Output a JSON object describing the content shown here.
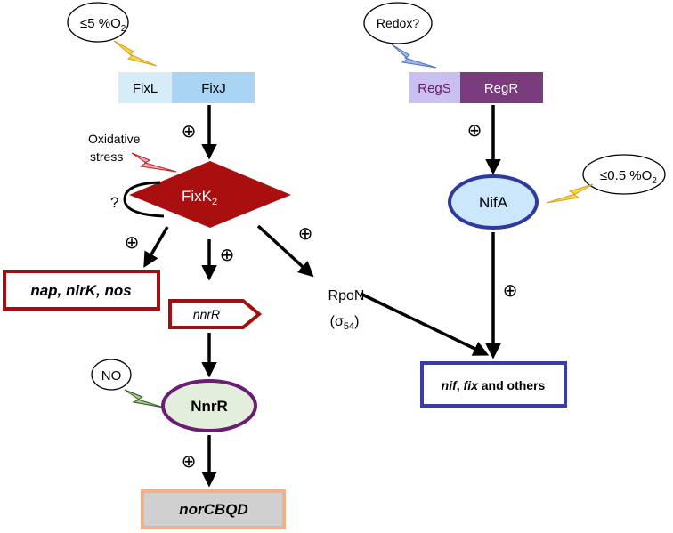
{
  "conditions": {
    "o2_low": {
      "prefix": "≤5 %O",
      "sub": "2"
    },
    "redox": "Redox?",
    "o2_very_low": {
      "prefix": "≤0.5 %O",
      "sub": "2"
    },
    "oxidative_stress": [
      "Oxidative",
      "stress"
    ],
    "no": "NO",
    "question": "?"
  },
  "proteins": {
    "fixl": "FixL",
    "fixj": "FixJ",
    "regs": "RegS",
    "regr": "RegR",
    "fixk2": {
      "prefix": "FixK",
      "sub": "2"
    },
    "nifa": "NifA",
    "nnrr": "NnrR",
    "rpon": "RpoN",
    "sigma": {
      "prefix": "(σ",
      "sub": "54",
      "suffix": ")"
    }
  },
  "genes": {
    "denit": "nap, nirK, nos",
    "nnrr_gene": "nnrR",
    "nor": "norCBQD",
    "nif_a": "nif",
    "nif_sep": ", ",
    "nif_b": "fix",
    "nif_c": " and others"
  },
  "symbols": {
    "activation": "⊕"
  },
  "colors": {
    "fixl_fill": "#d6ecf8",
    "fixj_fill": "#a9d4f3",
    "regs_fill": "#c9bff0",
    "regr_fill": "#7a3b7c",
    "fixk2_fill": "#aa0f0f",
    "dark_red": "#a01010",
    "nifa_fill": "#cce6fb",
    "nifa_stroke": "#2e3a9e",
    "nnrr_fill": "#e4eedc",
    "nnrr_stroke": "#6b1d73",
    "nif_stroke": "#3a3aa8",
    "nor_fill": "#d0d0d0",
    "nor_stroke": "#f0b08a"
  }
}
